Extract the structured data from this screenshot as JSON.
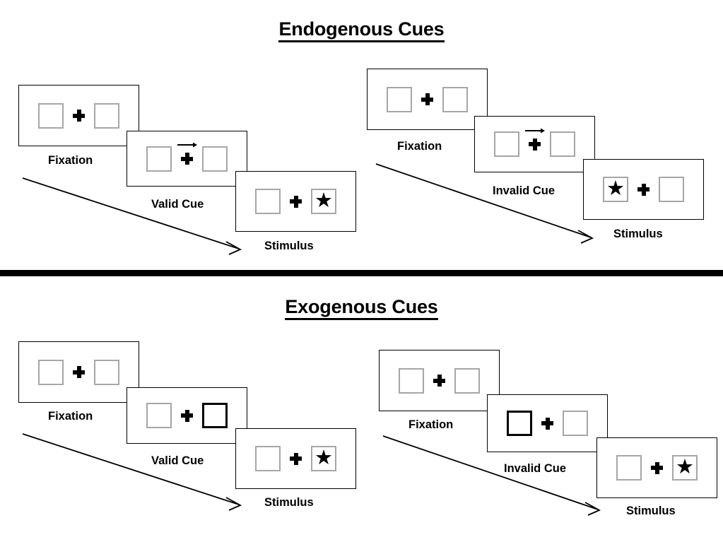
{
  "sections": [
    {
      "title": "Endogenous Cues",
      "groups": [
        {
          "name": "endogenous-valid",
          "panels": [
            {
              "caption": "Fixation",
              "cue_type": "none",
              "left_box": "empty",
              "right_box": "empty",
              "left_cued": false,
              "right_cued": false
            },
            {
              "caption": "Valid Cue",
              "cue_type": "arrow-right",
              "left_box": "empty",
              "right_box": "empty",
              "left_cued": false,
              "right_cued": false
            },
            {
              "caption": "Stimulus",
              "cue_type": "none",
              "left_box": "empty",
              "right_box": "star",
              "left_cued": false,
              "right_cued": false
            }
          ]
        },
        {
          "name": "endogenous-invalid",
          "panels": [
            {
              "caption": "Fixation",
              "cue_type": "none",
              "left_box": "empty",
              "right_box": "empty",
              "left_cued": false,
              "right_cued": false
            },
            {
              "caption": "Invalid Cue",
              "cue_type": "arrow-right",
              "left_box": "empty",
              "right_box": "empty",
              "left_cued": false,
              "right_cued": false
            },
            {
              "caption": "Stimulus",
              "cue_type": "none",
              "left_box": "star",
              "right_box": "empty",
              "left_cued": false,
              "right_cued": false
            }
          ]
        }
      ]
    },
    {
      "title": "Exogenous Cues",
      "groups": [
        {
          "name": "exogenous-valid",
          "panels": [
            {
              "caption": "Fixation",
              "cue_type": "none",
              "left_box": "empty",
              "right_box": "empty",
              "left_cued": false,
              "right_cued": false
            },
            {
              "caption": "Valid Cue",
              "cue_type": "box-highlight",
              "left_box": "empty",
              "right_box": "empty",
              "left_cued": false,
              "right_cued": true
            },
            {
              "caption": "Stimulus",
              "cue_type": "none",
              "left_box": "empty",
              "right_box": "star",
              "left_cued": false,
              "right_cued": false
            }
          ]
        },
        {
          "name": "exogenous-invalid",
          "panels": [
            {
              "caption": "Fixation",
              "cue_type": "none",
              "left_box": "empty",
              "right_box": "empty",
              "left_cued": false,
              "right_cued": false
            },
            {
              "caption": "Invalid Cue",
              "cue_type": "box-highlight",
              "left_box": "empty",
              "right_box": "empty",
              "left_cued": true,
              "right_cued": false
            },
            {
              "caption": "Stimulus",
              "cue_type": "none",
              "left_box": "empty",
              "right_box": "star",
              "left_cued": false,
              "right_cued": false
            }
          ]
        }
      ]
    }
  ],
  "glyphs": {
    "star": "★"
  },
  "colors": {
    "box_border": "#a6a6a6",
    "cued_box_border": "#000000",
    "panel_border": "#000000",
    "text": "#000000",
    "divider": "#000000",
    "background": "#ffffff"
  },
  "labels": {
    "endogenous_title": "Endogenous Cues",
    "exogenous_title": "Exogenous Cues",
    "fixation": "Fixation",
    "valid_cue": "Valid Cue",
    "invalid_cue": "Invalid Cue",
    "stimulus": "Stimulus"
  }
}
